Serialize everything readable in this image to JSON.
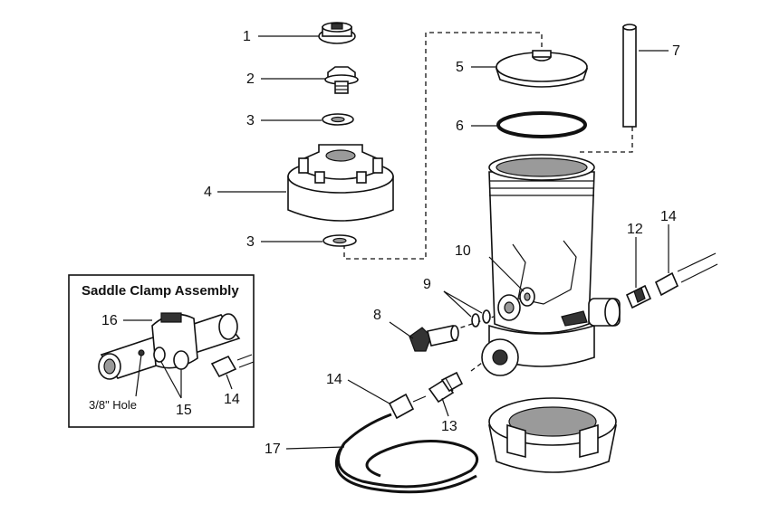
{
  "inset": {
    "title": "Saddle Clamp Assembly",
    "hole_label": "3/8\" Hole"
  },
  "callouts": [
    {
      "id": "c1",
      "text": "1"
    },
    {
      "id": "c2",
      "text": "2"
    },
    {
      "id": "c3a",
      "text": "3"
    },
    {
      "id": "c4",
      "text": "4"
    },
    {
      "id": "c3b",
      "text": "3"
    },
    {
      "id": "c5",
      "text": "5"
    },
    {
      "id": "c6",
      "text": "6"
    },
    {
      "id": "c7",
      "text": "7"
    },
    {
      "id": "c10",
      "text": "10"
    },
    {
      "id": "c9",
      "text": "9"
    },
    {
      "id": "c8",
      "text": "8"
    },
    {
      "id": "c12",
      "text": "12"
    },
    {
      "id": "c14a",
      "text": "14"
    },
    {
      "id": "c14b",
      "text": "14"
    },
    {
      "id": "c13",
      "text": "13"
    },
    {
      "id": "c17",
      "text": "17"
    },
    {
      "id": "c16",
      "text": "16"
    },
    {
      "id": "c15",
      "text": "15"
    },
    {
      "id": "c14c",
      "text": "14"
    }
  ]
}
